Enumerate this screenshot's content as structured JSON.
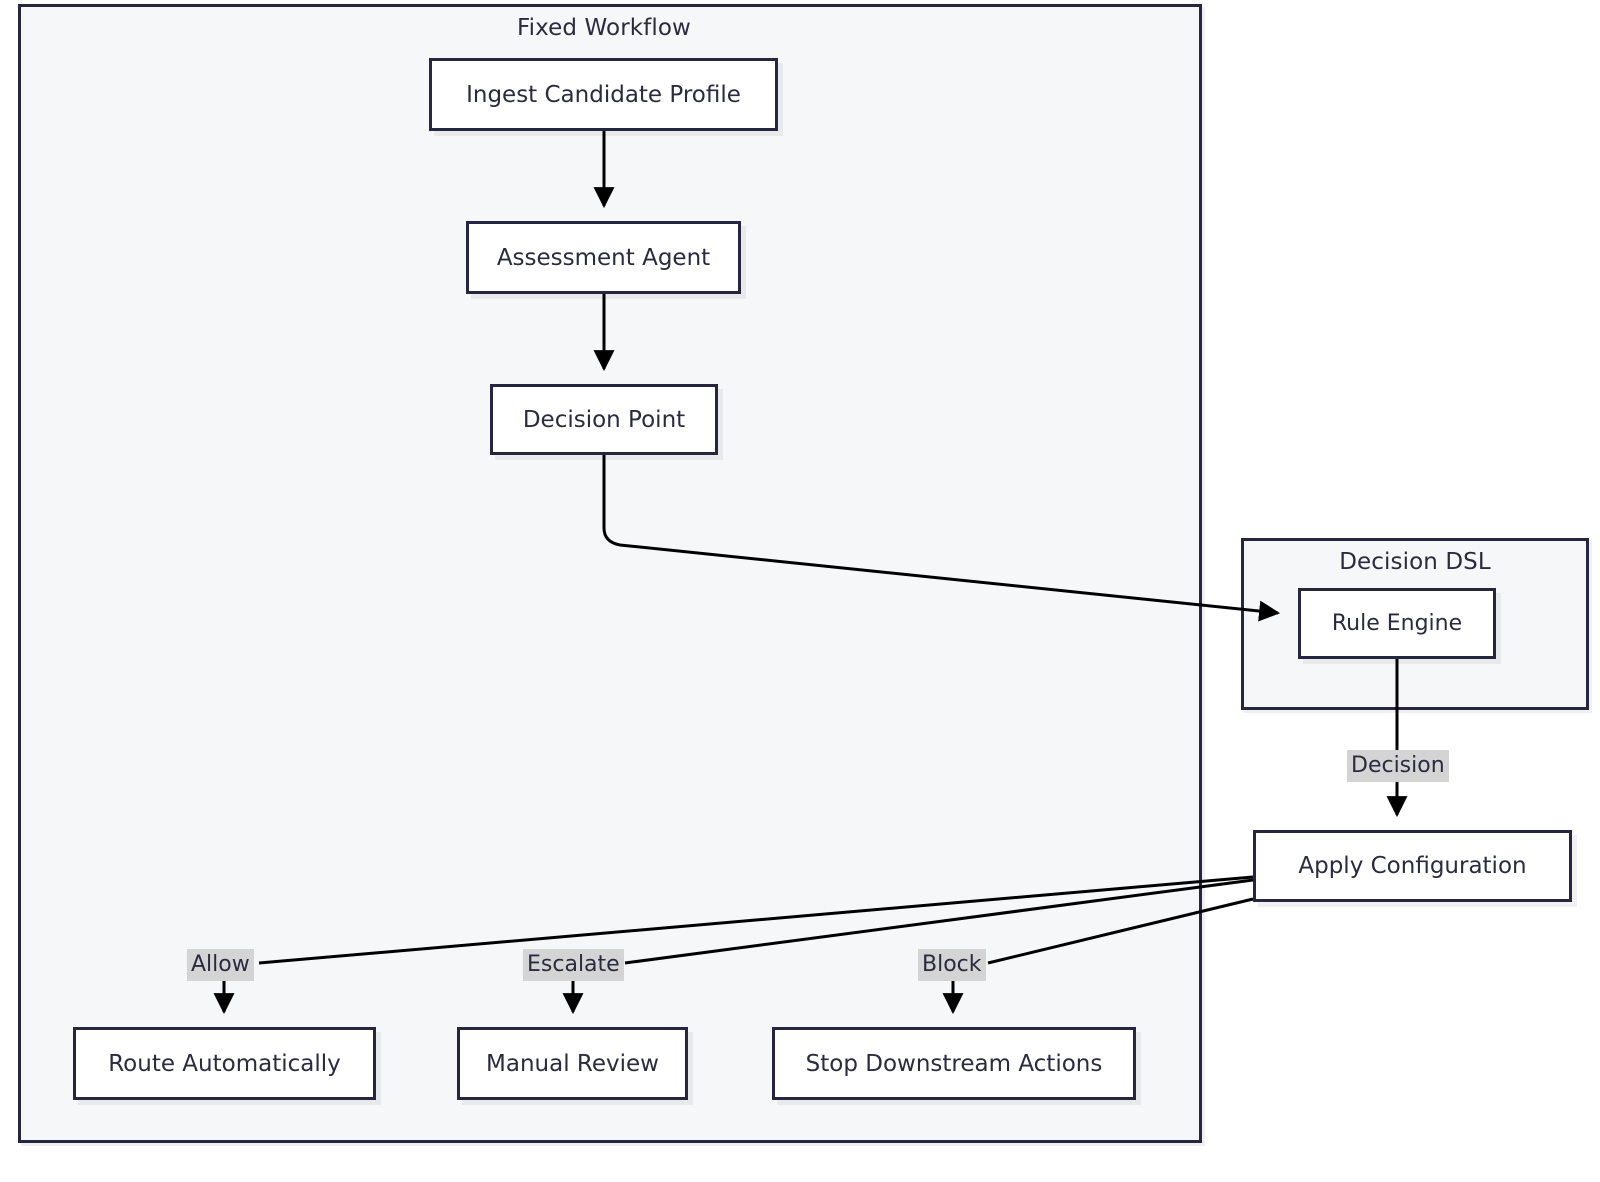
{
  "diagram": {
    "type": "flowchart",
    "direction": "top-down",
    "background_color": "#ffffff",
    "node_fill": "#ffffff",
    "node_border_color": "#262640",
    "subgraph_fill": "#f6f7f9",
    "text_color": "#2b2b40",
    "edge_color": "#000000",
    "edge_label_background": "#d4d4d4"
  },
  "subgraphs": [
    {
      "id": "fixed-workflow",
      "title": "Fixed Workflow"
    },
    {
      "id": "decision-dsl",
      "title": "Decision DSL"
    }
  ],
  "nodes": [
    {
      "id": "ingest",
      "label": "Ingest Candidate Profile",
      "group": "fixed-workflow"
    },
    {
      "id": "assessment",
      "label": "Assessment Agent",
      "group": "fixed-workflow"
    },
    {
      "id": "decision-point",
      "label": "Decision Point",
      "group": "fixed-workflow"
    },
    {
      "id": "rule-engine",
      "label": "Rule Engine",
      "group": "decision-dsl"
    },
    {
      "id": "apply-config",
      "label": "Apply Configuration",
      "group": "none"
    },
    {
      "id": "route-auto",
      "label": "Route Automatically",
      "group": "fixed-workflow"
    },
    {
      "id": "manual-review",
      "label": "Manual Review",
      "group": "fixed-workflow"
    },
    {
      "id": "stop-actions",
      "label": "Stop Downstream Actions",
      "group": "fixed-workflow"
    }
  ],
  "edges": [
    {
      "from": "ingest",
      "to": "assessment",
      "label": ""
    },
    {
      "from": "assessment",
      "to": "decision-point",
      "label": ""
    },
    {
      "from": "decision-point",
      "to": "rule-engine",
      "label": ""
    },
    {
      "from": "rule-engine",
      "to": "apply-config",
      "label": "Decision"
    },
    {
      "from": "apply-config",
      "to": "route-auto",
      "label": "Allow"
    },
    {
      "from": "apply-config",
      "to": "manual-review",
      "label": "Escalate"
    },
    {
      "from": "apply-config",
      "to": "stop-actions",
      "label": "Block"
    }
  ],
  "edge_labels": {
    "decision": "Decision",
    "allow": "Allow",
    "escalate": "Escalate",
    "block": "Block"
  }
}
